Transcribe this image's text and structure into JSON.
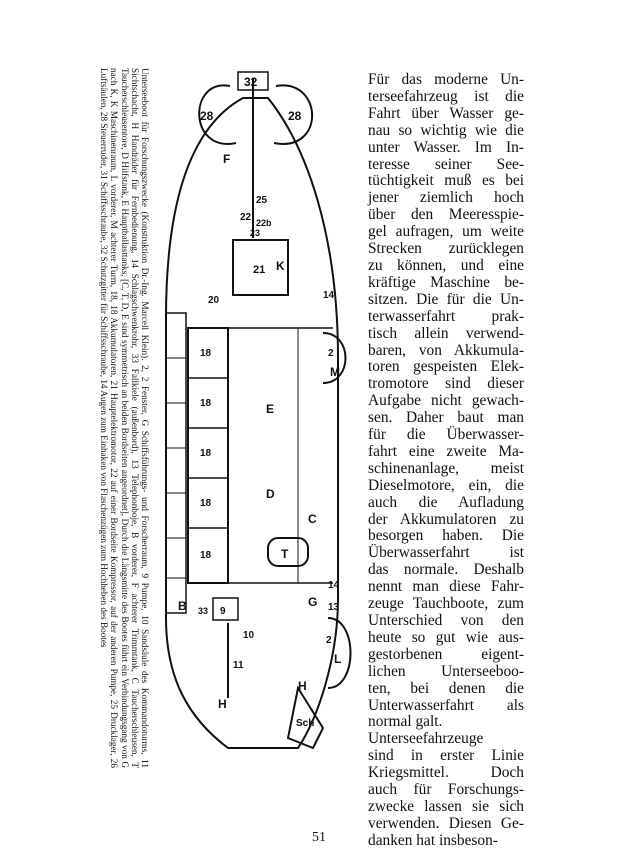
{
  "caption": "Unterseeboot für Forschungszwecke (Konstruktion Dr.-Ing. Marcell Klein). 2, 2 Fenster, G Schiffsführungs- und Forscherraum, 9 Pumpe, 10 Sandsäule des Kommandoturms, 11 Sichtschacht, H Handräder für Fernbedienung, 14 Schlagschwenkrohr, 33 Fallkiele (außenbord), 13 Telephonboje, B vorderer, F achterer Trimmtank, C Taucherschleusen, T Taucherschleusentore, D Hilfstank, E Hauptballasttanks, [C, T, D, E sind symmetrisch an beiden Bordseiten angeordnet], Durch die Längsmitte des Bootes führt ein Verbindungsgang von G nach K, K Maschinenraum, L vorderer, M achterer Turm, 18, 18 Akkumulatoren, 21 Hauptelektromotor, 22 auf einer Bordseite Kompressor, auf der anderen Pumpe, 25 Drucklager, 26 Luftsäulen, 28 Steuerruder, 31 Schiffsschraube, 32 Schutzgitter für Schiffsschraube, 14 Augen zum Einhaken von Flaschenzügen zum Hochheben des Bootes",
  "body_lines": [
    "Für das moderne Un-",
    "terseefahrzeug ist die",
    "Fahrt über Wasser ge-",
    "nau so wichtig wie die",
    "unter Wasser. Im In-",
    "teresse seiner See-",
    "tüchtigkeit muß es bei",
    "jener ziemlich hoch",
    "über den Meeresspie-",
    "gel aufragen, um weite",
    "Strecken zurücklegen",
    "zu können, und eine",
    "kräftige Maschine be-",
    "sitzen. Die für die Un-",
    "terwasserfahrt prak-",
    "tisch allein verwend-",
    "baren, von Akkumula-",
    "toren gespeisten Elek-",
    "tromotore sind dieser",
    "Aufgabe nicht gewach-",
    "sen. Daher baut man",
    "für die Überwasser-",
    "fahrt eine zweite Ma-",
    "schinenanlage, meist",
    "Dieselmotore, ein, die",
    "auch die Aufladung",
    "der Akkumulatoren zu",
    "besorgen haben. Die",
    "Überwasserfahrt ist",
    "das normale. Deshalb",
    "nennt man diese Fahr-",
    "zeuge Tauchboote, zum",
    "Unterschied von den",
    "heute so gut wie aus-",
    "gestorbenen eigent-",
    "lichen Unterseeboo-",
    "ten, bei denen die",
    "Unterwasserfahrt als",
    "normal galt.",
    "Unterseefahrzeuge",
    "sind in erster Linie",
    "Kriegsmittel. Doch",
    "auch für Forschungs-",
    "zwecke lassen sie sich",
    "verwenden. Diesen Ge-",
    "danken hat insbeson-"
  ],
  "drawing_labels": {
    "l32": "32",
    "l28a": "28",
    "l28b": "28",
    "lF": "F",
    "l25": "25",
    "l22": "22",
    "l22b": "22b",
    "l23": "23",
    "l21": "21",
    "l20": "20",
    "lK": "K",
    "l14a": "14",
    "l18a": "18",
    "l18b": "18",
    "l18c": "18",
    "l18d": "18",
    "l18e": "18",
    "lM": "M",
    "lE": "E",
    "lD": "D",
    "lC": "C",
    "lT": "T",
    "l14b": "14",
    "lG": "G",
    "lB": "B",
    "l33": "33",
    "l9": "9",
    "l10": "10",
    "l11": "11",
    "l13": "13",
    "lL": "L",
    "lH": "H",
    "lH2": "H",
    "lSch": "Sch",
    "l2a": "2",
    "l2b": "2"
  },
  "page_number": "51"
}
